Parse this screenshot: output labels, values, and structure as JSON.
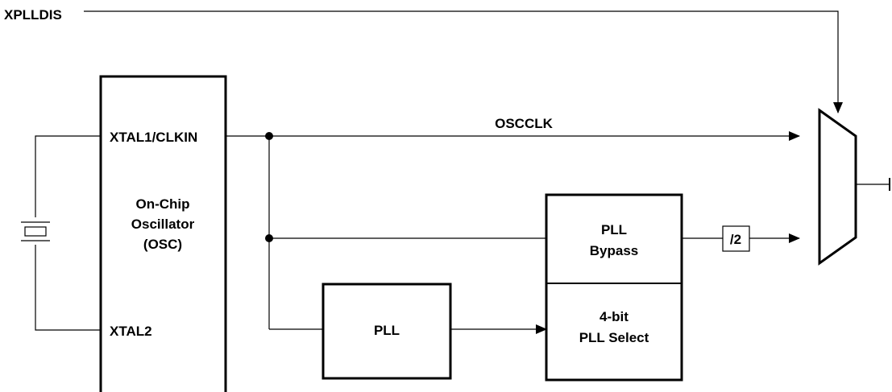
{
  "signals": {
    "xplldis": "XPLLDIS",
    "oscclk": "OSCCLK"
  },
  "oscillator": {
    "pin_xtal1": "XTAL1/CLKIN",
    "pin_xtal2": "XTAL2",
    "line1": "On-Chip",
    "line2": "Oscillator",
    "line3": "(OSC)"
  },
  "pll": {
    "label": "PLL"
  },
  "pll_bypass": {
    "line1": "PLL",
    "line2": "Bypass"
  },
  "pll_select": {
    "line1": "4-bit",
    "line2": "PLL Select"
  },
  "divider": {
    "label": "/2"
  }
}
